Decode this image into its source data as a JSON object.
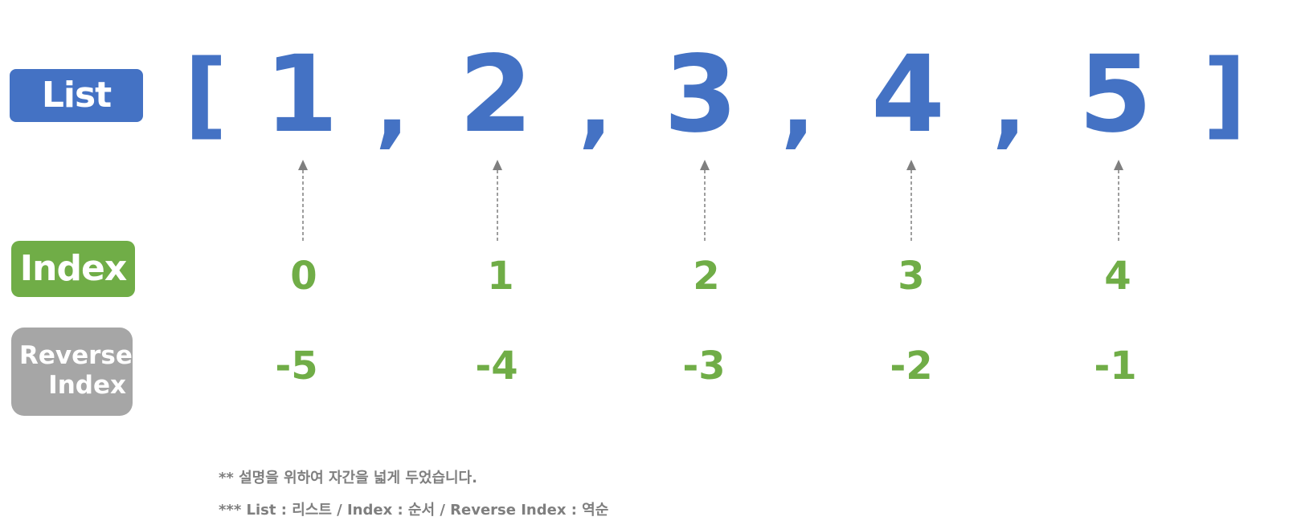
{
  "labels": {
    "list": "List",
    "index": "Index",
    "reverse_line1": "Reverse",
    "reverse_line2": "Index"
  },
  "list": {
    "open_bracket": "[",
    "close_bracket": "]",
    "separator": ",",
    "elements": [
      "1",
      "2",
      "3",
      "4",
      "5"
    ]
  },
  "indices": [
    "0",
    "1",
    "2",
    "3",
    "4"
  ],
  "reverse_indices": [
    "-5",
    "-4",
    "-3",
    "-2",
    "-1"
  ],
  "notes": [
    "** 설명을 위하여 자간을 넓게 두었습니다.",
    "*** List : 리스트 / Index : 순서 / Reverse Index : 역순"
  ],
  "colors": {
    "list_blue": "#4472c4",
    "index_green": "#70ad47",
    "reverse_gray": "#a6a6a6",
    "arrow_gray": "#7f7f7f",
    "note_gray": "#7f7f7f"
  }
}
